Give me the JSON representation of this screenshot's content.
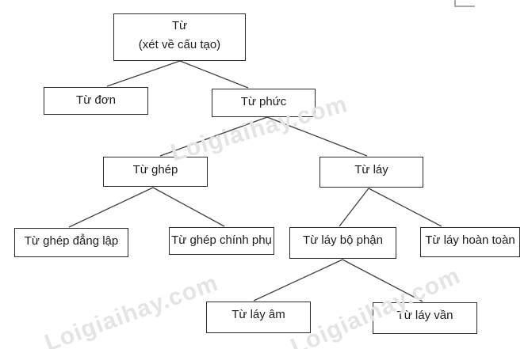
{
  "diagram": {
    "watermark_text": "Loigiaihay.com",
    "root": {
      "title": "Từ",
      "subtitle": "(xét về cấu tạo)"
    },
    "nodes": {
      "tu_don": "Từ đơn",
      "tu_phuc": "Từ phức",
      "tu_ghep": "Từ ghép",
      "tu_lay": "Từ láy",
      "tu_ghep_dang_lap": "Từ ghép đẳng lập",
      "tu_ghep_chinh_phu": "Từ ghép chính phụ",
      "tu_lay_bo_phan": "Từ láy bộ phận",
      "tu_lay_hoan_toan": "Từ láy hoàn toàn",
      "tu_lay_am": "Từ láy âm",
      "tu_lay_van": "Từ láy vần"
    },
    "colors": {
      "line": "#404040",
      "border": "#2b2b2b",
      "text": "#1c1c1c",
      "watermark": "#e4e4e4",
      "corner_mark": "#a6a6a6"
    }
  }
}
